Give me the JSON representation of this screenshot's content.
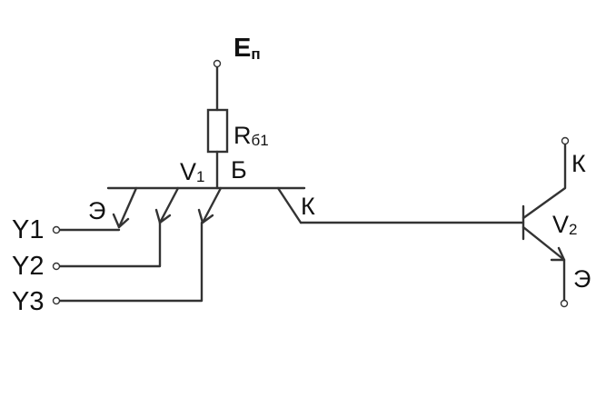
{
  "supply": {
    "main": "E",
    "sub": "п"
  },
  "resistor": {
    "main": "R",
    "sub": "б1"
  },
  "transistor1": {
    "main": "V",
    "sub": "1",
    "base_label": "Б",
    "emitter_label": "Э",
    "collector_label": "К"
  },
  "transistor2": {
    "main": "V",
    "sub": "2",
    "collector_label": "К",
    "emitter_label": "Э"
  },
  "inputs": [
    "Y1",
    "Y2",
    "Y3"
  ]
}
